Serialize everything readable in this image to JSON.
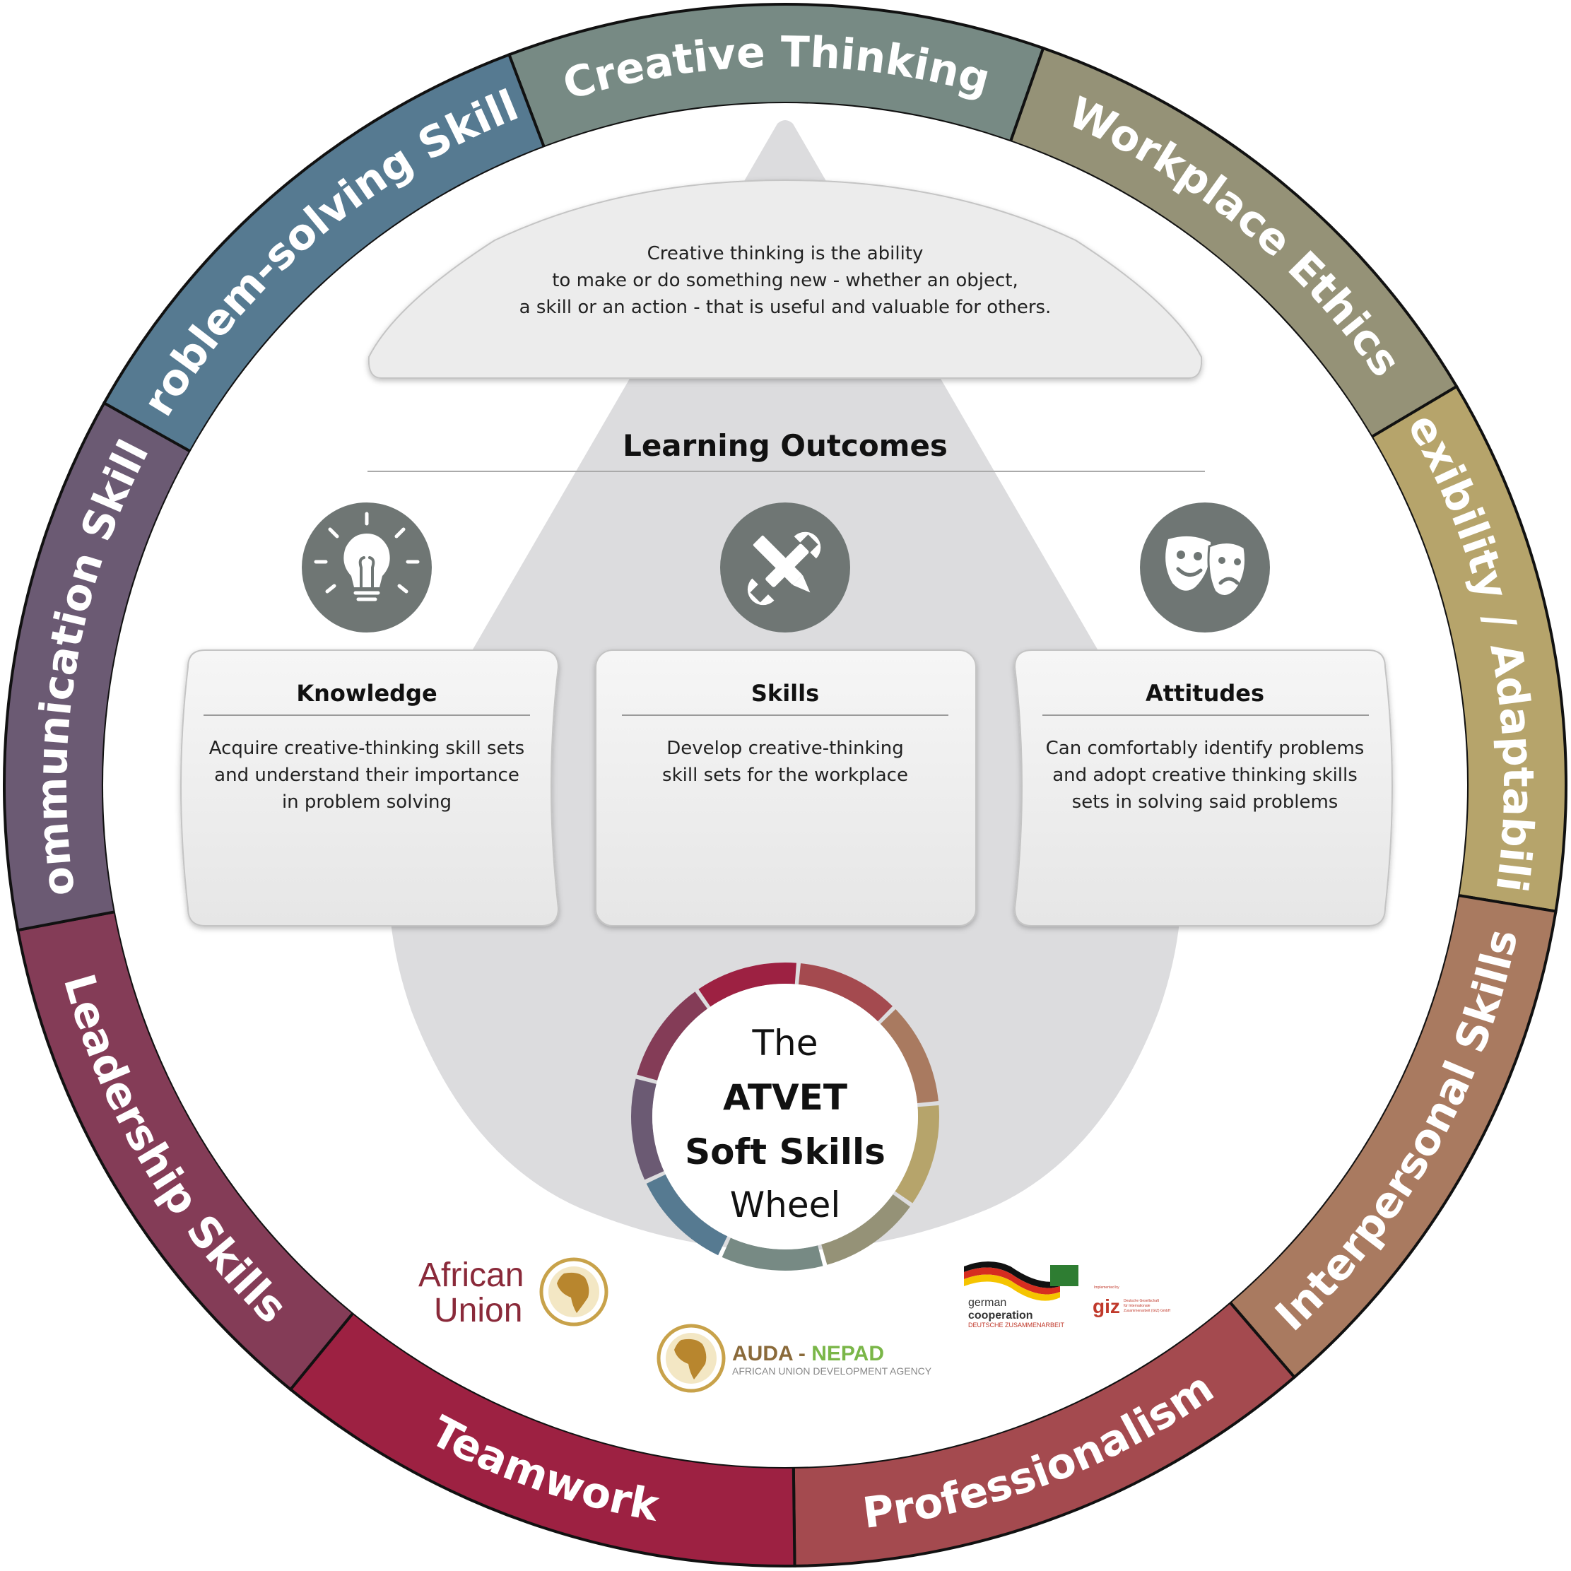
{
  "wheel": {
    "segments": [
      {
        "label": "Creative Thinking",
        "color": "#778a84"
      },
      {
        "label": "Workplace Ethics",
        "color": "#959277"
      },
      {
        "label": "Flexibility / Adaptability",
        "color": "#b6a46b"
      },
      {
        "label": "Interpersonal Skills",
        "color": "#a97a60"
      },
      {
        "label": "Professionalism",
        "color": "#a44a4f"
      },
      {
        "label": "Teamwork",
        "color": "#9d2142"
      },
      {
        "label": "Leadership Skills",
        "color": "#843c57"
      },
      {
        "label": "Communication Skills",
        "color": "#6b5a73"
      },
      {
        "label": "Problem-solving Skills",
        "color": "#567a91"
      }
    ]
  },
  "definition": {
    "lines": [
      "Creative thinking is the ability",
      "to make or do something new - whether an object,",
      "a skill or an action - that is useful and valuable for others."
    ]
  },
  "learning_outcomes": {
    "heading": "Learning Outcomes",
    "cards": [
      {
        "icon": "lightbulb-icon",
        "title": "Knowledge",
        "lines": [
          "Acquire creative-thinking skill sets",
          "and understand their importance",
          "in problem solving"
        ]
      },
      {
        "icon": "tools-icon",
        "title": "Skills",
        "lines": [
          "Develop creative-thinking",
          "skill sets for the workplace"
        ]
      },
      {
        "icon": "theater-masks-icon",
        "title": "Attitudes",
        "lines": [
          "Can comfortably identify problems",
          "and adopt creative thinking skills",
          "sets in solving said problems"
        ]
      }
    ]
  },
  "center": {
    "line1": "The",
    "line2": "ATVET",
    "line3": "Soft Skills",
    "line4": "Wheel"
  },
  "logos": {
    "african_union_line1": "African",
    "african_union_line2": "Union",
    "auda_part1": "AUDA - ",
    "auda_part2": "NEPAD",
    "auda_sub": "AFRICAN UNION DEVELOPMENT AGENCY",
    "german_line1": "german",
    "german_line2": "cooperation",
    "german_sub": "DEUTSCHE ZUSAMMENARBEIT",
    "giz_impl": "Implemented by",
    "giz": "giz",
    "giz_sub1": "Deutsche Gesellschaft",
    "giz_sub2": "für Internationale",
    "giz_sub3": "Zusammenarbeit (GIZ) GmbH"
  },
  "colors": {
    "drop": "#dcdcde",
    "card_fill": "#efefef",
    "icon_circle": "#6f7674",
    "au_red": "#8a2a3a",
    "auda_brown": "#8a6a3a",
    "nepad_green": "#7ab648"
  }
}
